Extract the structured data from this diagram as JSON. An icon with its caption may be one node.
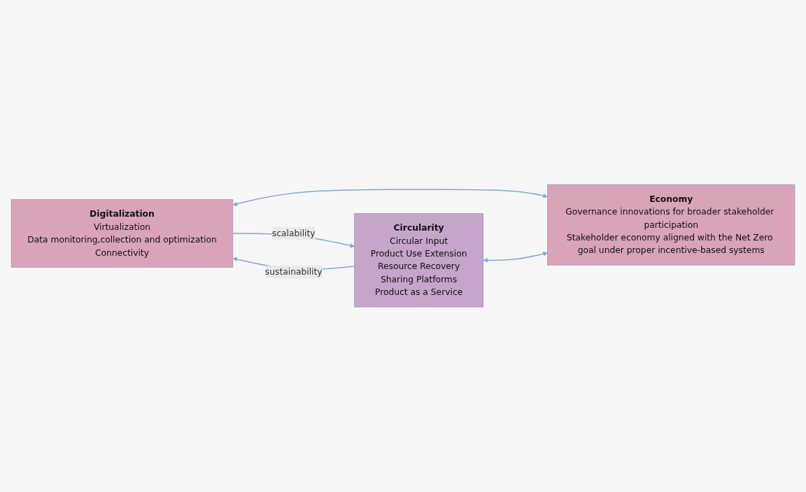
{
  "diagram": {
    "nodes": [
      {
        "text": [
          "Digitalization",
          "Virtualization",
          "Data monitoring,collection and optimization",
          "Connectivity"
        ]
      },
      {
        "text": [
          "Circularity",
          "Circular Input",
          "Product Use Extension",
          "Resource Recovery",
          "Sharing Platforms",
          "Product as a Service"
        ]
      },
      {
        "text": [
          "Economy",
          "Governance innovations for broader stakeholder participation",
          "Stakeholder economy aligned with the Net Zero goal under proper incentive-based systems"
        ]
      }
    ],
    "edges": [
      {
        "from": 0,
        "to": 1,
        "arrow": "to",
        "label": "scalability"
      },
      {
        "from": 1,
        "to": 0,
        "arrow": "to",
        "label": "sustainability"
      },
      {
        "from": 0,
        "to": 2,
        "arrow": "both"
      },
      {
        "from": 1,
        "to": 2,
        "arrow": "both"
      }
    ]
  }
}
